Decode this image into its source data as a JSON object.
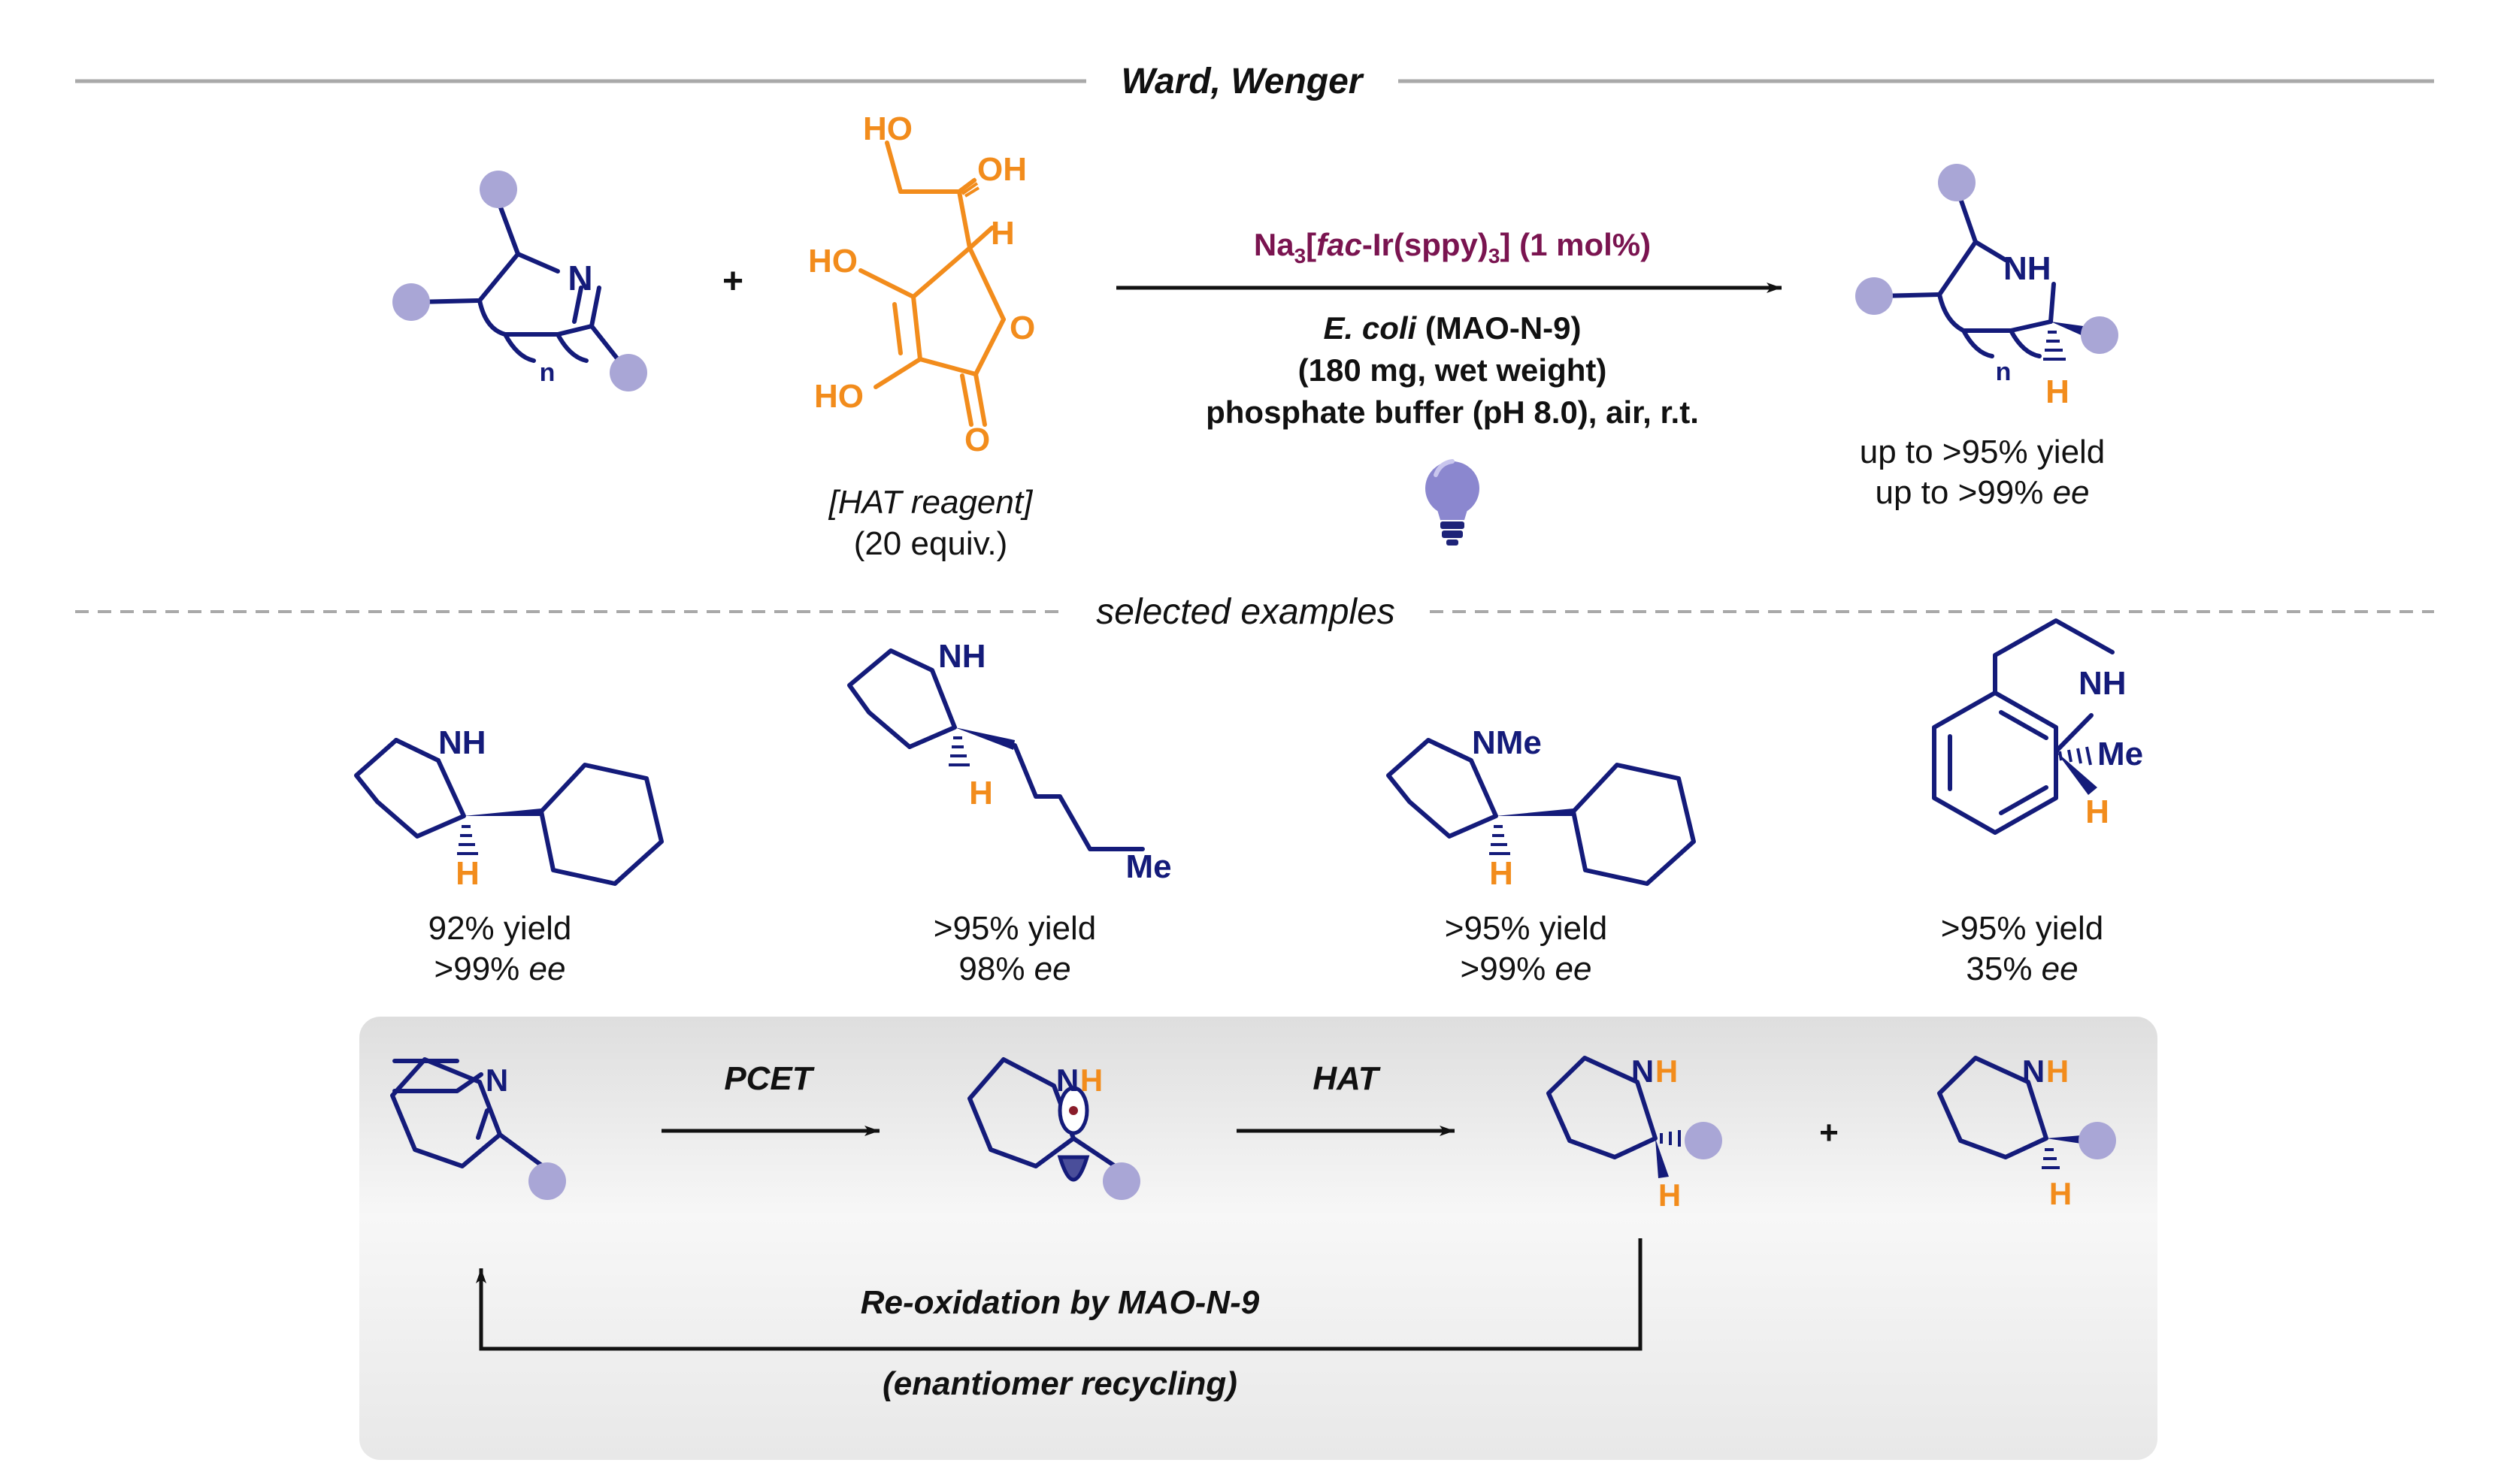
{
  "colors": {
    "navy": "#141b7a",
    "orange": "#f28c1c",
    "maroon": "#7a1450",
    "dot": "#a9a6d6",
    "bulb": "#8b87cf",
    "line_grey": "#a9a9a9",
    "panel": "#ececec",
    "text": "#111111"
  },
  "header": {
    "title": "Ward, Wenger"
  },
  "divider": {
    "label": "selected examples"
  },
  "reaction": {
    "plus": "+",
    "substrate": {
      "N": "N",
      "n": "n"
    },
    "reagent": {
      "HO_top": "HO",
      "OH_top": "OH",
      "H": "H",
      "HO_mid": "HO",
      "HO_bot": "HO",
      "O_ring": "O",
      "O_carbonyl": "O",
      "label": "[HAT reagent]",
      "equiv": "(20 equiv.)"
    },
    "catalyst": {
      "prefix": "Na",
      "sub1": "3",
      "bracket_open": "[",
      "fac": "fac",
      "ir": "-Ir(sppy)",
      "sub2": "3",
      "suffix": "] (1 mol%)"
    },
    "condition1_italic": "E. coli",
    "condition1_rest": " (MAO-N-9)",
    "condition2": "(180 mg, wet weight)",
    "condition3": "phosphate buffer (pH 8.0), air, r.t.",
    "light_icon": "lightbulb-icon",
    "product": {
      "NH": "NH",
      "H": "H",
      "n": "n",
      "yield": "up to >95% yield",
      "ee_prefix": "up to >99% ",
      "ee_word": "ee"
    }
  },
  "examples": [
    {
      "amine": "NH",
      "H": "H",
      "yield": "92% yield",
      "ee_value": ">99% ",
      "ee_word": "ee"
    },
    {
      "amine": "NH",
      "H": "H",
      "me": "Me",
      "yield": ">95% yield",
      "ee_value": "98% ",
      "ee_word": "ee"
    },
    {
      "amine": "NMe",
      "H": "H",
      "yield": ">95% yield",
      "ee_value": ">99% ",
      "ee_word": "ee"
    },
    {
      "amine": "NH",
      "me": "Me",
      "H": "H",
      "yield": ">95% yield",
      "ee_value": "35% ",
      "ee_word": "ee"
    }
  ],
  "mechanism": {
    "N": "N",
    "step1": "PCET",
    "step2": "HAT",
    "radical_N": "N",
    "radical_H": "H",
    "prod1_N": "N",
    "prod1_H1": "H",
    "prod1_H2": "H",
    "plus": "+",
    "prod2_N": "N",
    "prod2_H1": "H",
    "prod2_H2": "H",
    "recycle_label": "Re-oxidation by MAO-N-9",
    "recycle_note": "(enantiomer recycling)"
  }
}
